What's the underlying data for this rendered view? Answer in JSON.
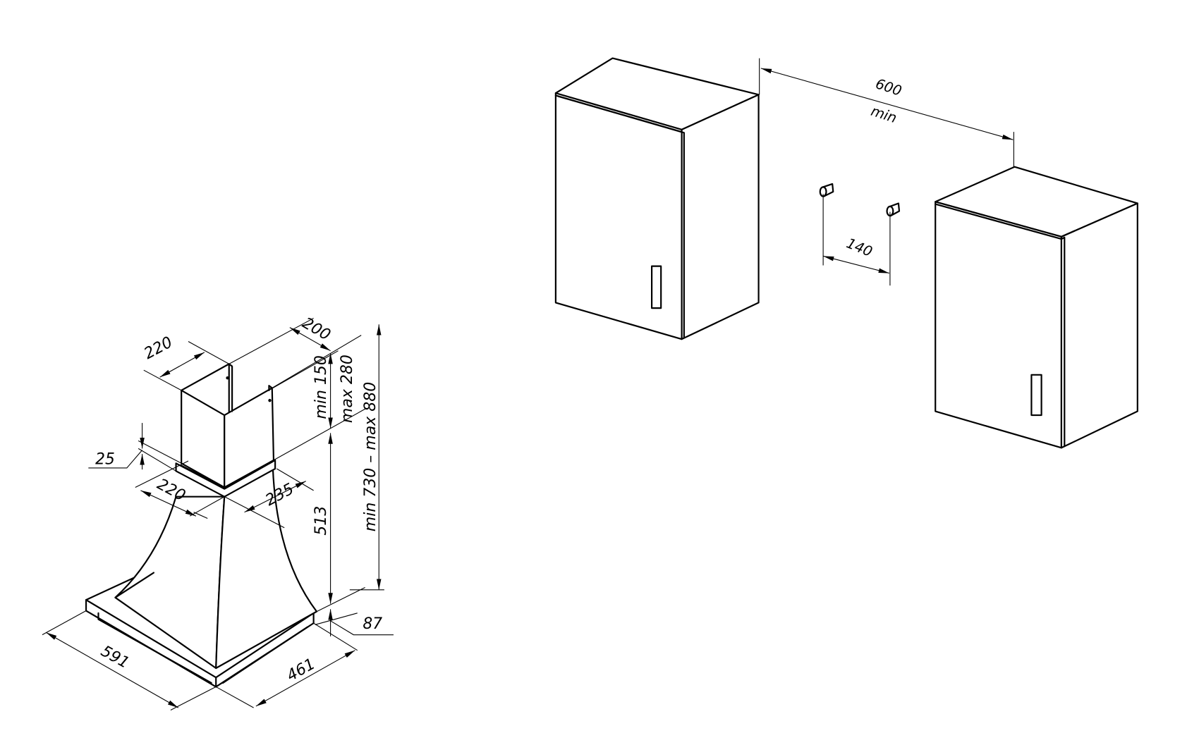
{
  "hood": {
    "dims": {
      "chimney_width": "220",
      "chimney_depth": "200",
      "min_150": "min 150",
      "max_280": "max 280",
      "total_height": "min 730 – max 880",
      "collar_height": "25",
      "collar_width": "220",
      "collar_depth": "235",
      "body_height": "513",
      "base_height": "87",
      "base_width": "591",
      "base_depth": "461"
    }
  },
  "cabinets": {
    "gap": "600",
    "gap_note": "min",
    "pin_spacing": "140"
  }
}
